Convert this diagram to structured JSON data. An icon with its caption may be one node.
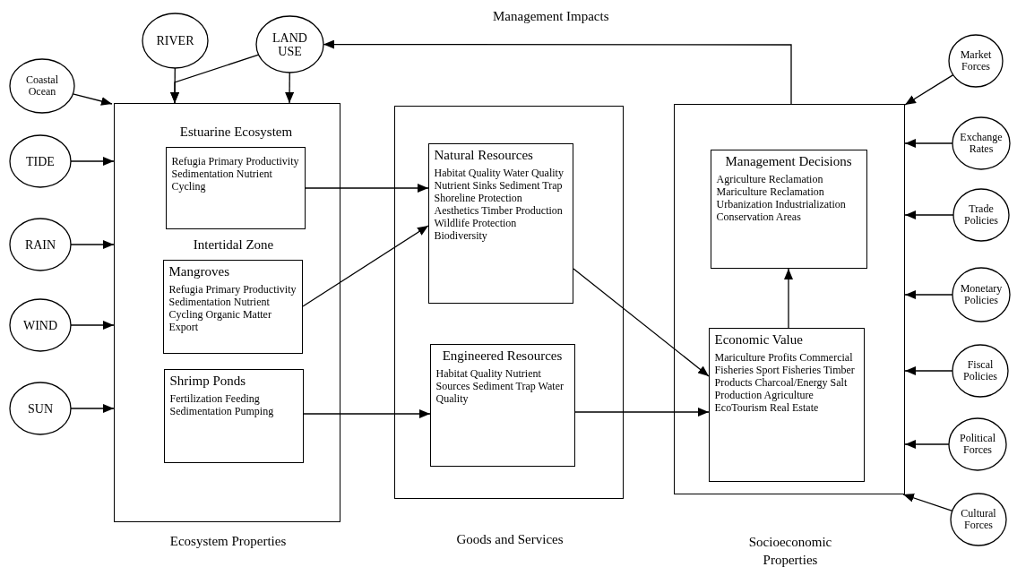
{
  "diagram": {
    "nodes": [
      {
        "text": [
          "Coastal Ocean"
        ]
      },
      {
        "text": [
          "RIVER"
        ]
      },
      {
        "text": [
          "LAND USE"
        ]
      },
      {
        "text": [
          "TIDE"
        ]
      },
      {
        "text": [
          "RAIN"
        ]
      },
      {
        "text": [
          "WIND"
        ]
      },
      {
        "text": [
          "SUN"
        ]
      },
      {
        "text": [
          "Ecosystem Properties"
        ]
      },
      {
        "text": [
          "Estuarine Ecosystem",
          "Refugia Primary Productivity Sedimentation Nutrient Cycling"
        ],
        "in": 7
      },
      {
        "text": [
          "Intertidal Zone",
          "Mangroves",
          "Refugia Primary Productivity Sedimentation Nutrient Cycling Organic Matter Export"
        ],
        "in": 7
      },
      {
        "text": [
          "Shrimp Ponds",
          "Fertilization Feeding Sedimentation Pumping"
        ],
        "in": 7
      },
      {
        "text": [
          "Goods and Services"
        ]
      },
      {
        "text": [
          "Natural Resources",
          "Habitat Quality Water Quality Nutrient Sinks Sediment Trap Shoreline Protection Aesthetics Timber Production Wildlife Protection Biodiversity"
        ],
        "in": 11
      },
      {
        "text": [
          "Engineered Resources",
          "Habitat Quality Nutrient Sources Sediment Trap Water Quality"
        ],
        "in": 11
      },
      {
        "text": [
          "Socioeconomic Properties"
        ]
      },
      {
        "text": [
          "Management Decisions",
          "Agriculture Reclamation Mariculture Reclamation Urbanization Industrialization Conservation Areas"
        ],
        "in": 14
      },
      {
        "text": [
          "Economic Value",
          "Mariculture Profits Commercial Fisheries Sport Fisheries Timber Products Charcoal/Energy Salt Production Agriculture EcoTourism Real Estate"
        ],
        "in": 14
      },
      {
        "text": [
          "Market Forces"
        ]
      },
      {
        "text": [
          "Exchange Rates"
        ]
      },
      {
        "text": [
          "Trade Policies"
        ]
      },
      {
        "text": [
          "Monetary Policies"
        ]
      },
      {
        "text": [
          "Fiscal Policies"
        ]
      },
      {
        "text": [
          "Political Forces"
        ]
      },
      {
        "text": [
          "Cultural Forces"
        ]
      }
    ],
    "edges": [
      {
        "from": 0,
        "to": 7,
        "arrow": "to"
      },
      {
        "from": 1,
        "to": 7,
        "arrow": "to"
      },
      {
        "from": 2,
        "to": 7,
        "arrow": "to"
      },
      {
        "from": 2,
        "to": 7,
        "arrow": "to"
      },
      {
        "from": 3,
        "to": 7,
        "arrow": "to"
      },
      {
        "from": 4,
        "to": 7,
        "arrow": "to"
      },
      {
        "from": 5,
        "to": 7,
        "arrow": "to"
      },
      {
        "from": 6,
        "to": 7,
        "arrow": "to"
      },
      {
        "from": 8,
        "to": 12,
        "arrow": "to"
      },
      {
        "from": 9,
        "to": 12,
        "arrow": "to"
      },
      {
        "from": 10,
        "to": 13,
        "arrow": "to"
      },
      {
        "from": 12,
        "to": 16,
        "arrow": "to"
      },
      {
        "from": 13,
        "to": 16,
        "arrow": "to"
      },
      {
        "from": 16,
        "to": 15,
        "arrow": "to"
      },
      {
        "from": 14,
        "to": 2,
        "arrow": "to",
        "label": "Management Impacts"
      },
      {
        "from": 17,
        "to": 14,
        "arrow": "to"
      },
      {
        "from": 18,
        "to": 14,
        "arrow": "to"
      },
      {
        "from": 19,
        "to": 14,
        "arrow": "to"
      },
      {
        "from": 20,
        "to": 14,
        "arrow": "to"
      },
      {
        "from": 21,
        "to": 14,
        "arrow": "to"
      },
      {
        "from": 22,
        "to": 14,
        "arrow": "to"
      },
      {
        "from": 23,
        "to": 14,
        "arrow": "to"
      }
    ]
  }
}
